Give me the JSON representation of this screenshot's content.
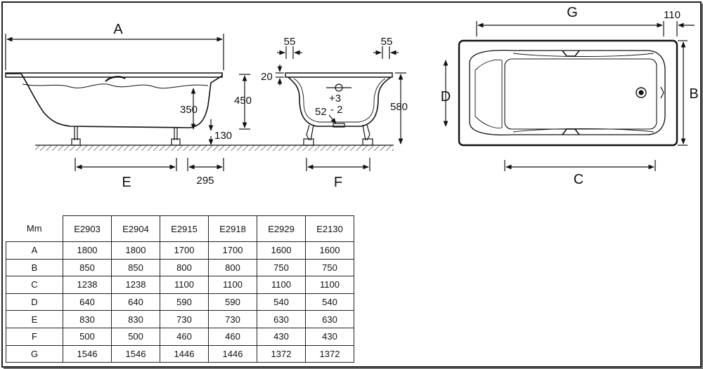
{
  "diagram": {
    "side_view": {
      "length_label": "A",
      "height_inner": "350",
      "height_outer": "450",
      "leg_height": "130",
      "leg_span_label": "E",
      "leg_offset": "295"
    },
    "end_view": {
      "left_rim": "55",
      "right_rim": "55",
      "rim_thickness": "20",
      "tolerance_plus": "+3",
      "tolerance_minus": "- 2",
      "drain_value": "52",
      "total_height": "580",
      "leg_span_label": "F"
    },
    "top_view": {
      "length_label": "G",
      "overhang": "110",
      "width_label": "B",
      "inner_width_label": "D",
      "inner_length_label": "C"
    }
  },
  "table": {
    "corner": "Mm",
    "models": [
      "E2903",
      "E2904",
      "E2915",
      "E2918",
      "E2929",
      "E2130"
    ],
    "rows": [
      {
        "label": "A",
        "values": [
          "1800",
          "1800",
          "1700",
          "1700",
          "1600",
          "1600"
        ]
      },
      {
        "label": "B",
        "values": [
          "850",
          "850",
          "800",
          "800",
          "750",
          "750"
        ]
      },
      {
        "label": "C",
        "values": [
          "1238",
          "1238",
          "1100",
          "1100",
          "1100",
          "1100"
        ]
      },
      {
        "label": "D",
        "values": [
          "640",
          "640",
          "590",
          "590",
          "540",
          "540"
        ]
      },
      {
        "label": "E",
        "values": [
          "830",
          "830",
          "730",
          "730",
          "630",
          "630"
        ]
      },
      {
        "label": "F",
        "values": [
          "500",
          "500",
          "460",
          "460",
          "430",
          "430"
        ]
      },
      {
        "label": "G",
        "values": [
          "1546",
          "1546",
          "1446",
          "1446",
          "1372",
          "1372"
        ]
      }
    ]
  }
}
